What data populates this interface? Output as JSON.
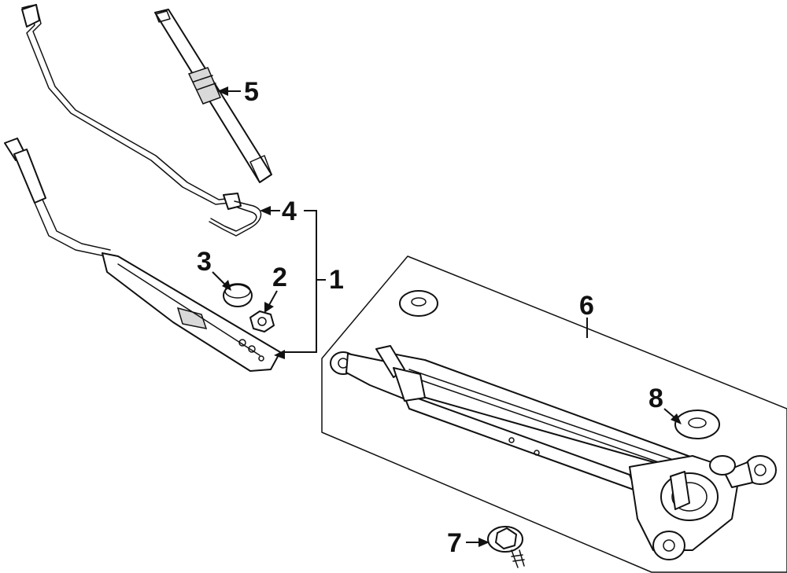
{
  "diagram": {
    "callouts": [
      {
        "id": "1",
        "label": "1"
      },
      {
        "id": "2",
        "label": "2"
      },
      {
        "id": "3",
        "label": "3"
      },
      {
        "id": "4",
        "label": "4"
      },
      {
        "id": "5",
        "label": "5"
      },
      {
        "id": "6",
        "label": "6"
      },
      {
        "id": "7",
        "label": "7"
      },
      {
        "id": "8",
        "label": "8"
      }
    ],
    "parts": [
      {
        "callout": "1",
        "icon": "wiper-arm-icon"
      },
      {
        "callout": "2",
        "icon": "nut-icon"
      },
      {
        "callout": "3",
        "icon": "cap-icon"
      },
      {
        "callout": "4",
        "icon": "washer-hose-icon"
      },
      {
        "callout": "5",
        "icon": "wiper-blade-icon"
      },
      {
        "callout": "6",
        "icon": "wiper-linkage-motor-icon"
      },
      {
        "callout": "7",
        "icon": "bolt-icon"
      },
      {
        "callout": "8",
        "icon": "grommet-icon"
      }
    ],
    "colors": {
      "line": "#111111",
      "background": "#ffffff"
    }
  }
}
